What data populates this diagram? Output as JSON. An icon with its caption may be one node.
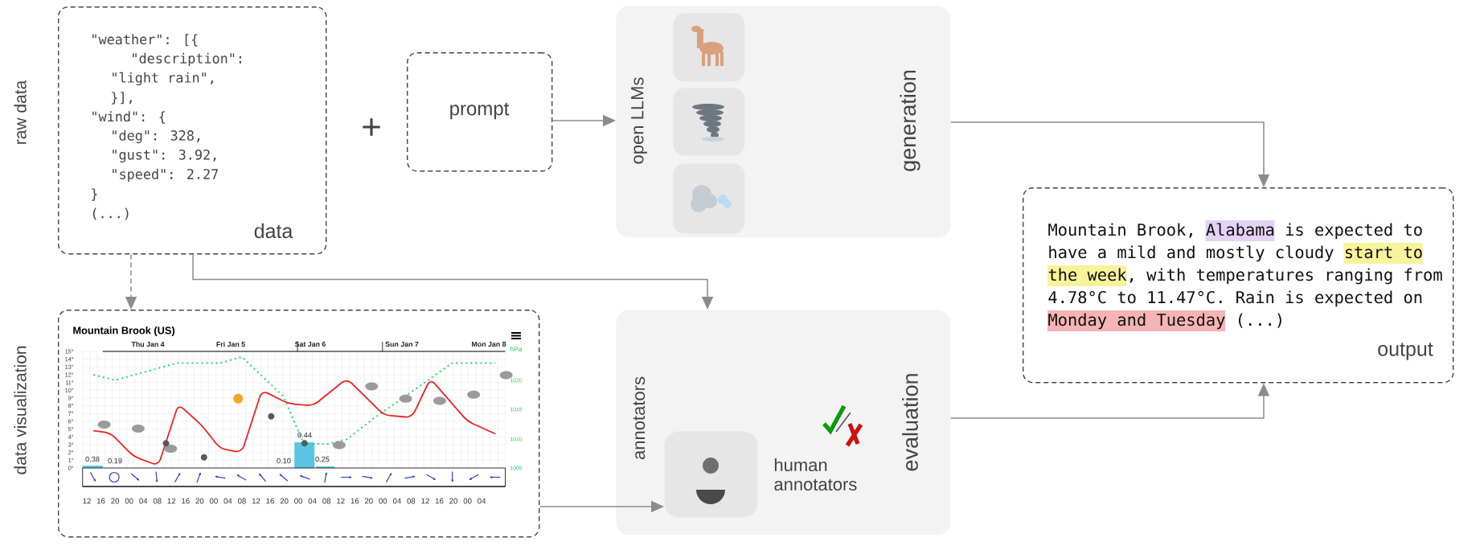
{
  "diagram": {
    "nodes": [
      {
        "text": [
          "\"weather\": [{",
          "\"description\":",
          "\"light rain\",",
          "}],",
          "\"wind\": {",
          "\"deg\": 328,",
          "\"gust\": 3.92,",
          "\"speed\": 2.27",
          "}",
          "(...)",
          "data"
        ]
      },
      {
        "text": [
          "prompt"
        ]
      },
      {
        "text": [
          "open LLMs",
          "generation"
        ]
      },
      {
        "text": [],
        "shape": "picture",
        "in": 2
      },
      {
        "text": [],
        "shape": "picture",
        "in": 2
      },
      {
        "text": [],
        "shape": "picture",
        "in": 2
      },
      {
        "text": [
          "Mountain Brook, Alabama is expected to have a mild and mostly cloudy start to the week, with temperatures ranging from 4.78°C to 11.47°C. Rain is expected on Monday and Tuesday (...)",
          "output"
        ]
      },
      {
        "text": [],
        "shape": "picture"
      },
      {
        "text": [
          "annotators",
          "evaluation"
        ]
      },
      {
        "text": [],
        "shape": "person",
        "in": 8,
        "beside": [
          "human annotators"
        ]
      }
    ],
    "edges": [
      {
        "from": 0,
        "to": 7,
        "arrow": "to",
        "style": "dashed"
      },
      {
        "from": 0,
        "to": 8,
        "arrow": "to"
      },
      {
        "from": 1,
        "to": 2,
        "arrow": "to"
      },
      {
        "from": 2,
        "to": 6,
        "arrow": "to"
      },
      {
        "from": 7,
        "to": 9,
        "arrow": "to"
      },
      {
        "from": 8,
        "to": 6,
        "arrow": "to"
      }
    ],
    "labels": [
      "raw data",
      "data visualization",
      "+",
      "Mountain Brook (US)",
      "Thu Jan 4",
      "Fri Jan 5",
      "Sat Jan 6",
      "Sun Jan 7",
      "Mon Jan 8",
      "hPa",
      "15°",
      "14°",
      "13°",
      "12°",
      "11°",
      "10°",
      "9°",
      "8°",
      "7°",
      "6°",
      "5°",
      "4°",
      "3°",
      "2°",
      "1°",
      "0°",
      "1020",
      "1015",
      "1010",
      "1005",
      "0.38",
      "0.19",
      "0.10",
      "0.44",
      "0.25",
      "12",
      "16",
      "20",
      "00",
      "04",
      "08",
      "12",
      "16",
      "20",
      "00",
      "04",
      "08",
      "12",
      "16",
      "20",
      "00",
      "04",
      "08",
      "12",
      "16",
      "20",
      "00",
      "04",
      "08",
      "12",
      "16",
      "20",
      "00",
      "04"
    ]
  }
}
